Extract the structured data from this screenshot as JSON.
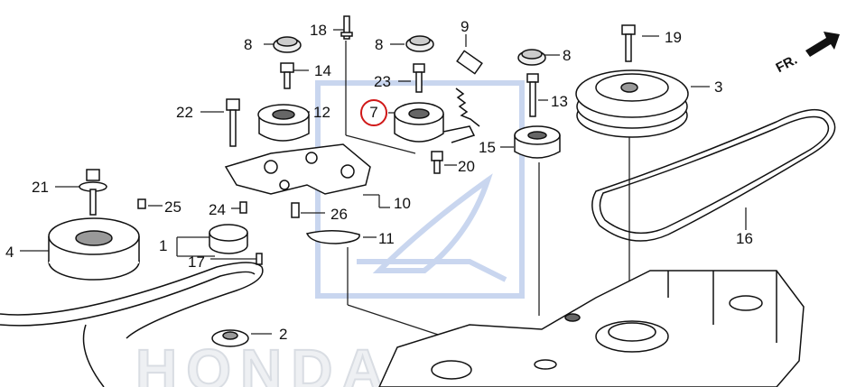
{
  "diagram": {
    "direction_label": "FR.",
    "watermark_text": "HONDA",
    "highlight_color": "#d01818",
    "watermark_color": "#c9d6ef",
    "callouts": [
      {
        "id": "c18",
        "label": "18"
      },
      {
        "id": "c9",
        "label": "9"
      },
      {
        "id": "c8a",
        "label": "8"
      },
      {
        "id": "c8b",
        "label": "8"
      },
      {
        "id": "c8c",
        "label": "8"
      },
      {
        "id": "c19",
        "label": "19"
      },
      {
        "id": "c14",
        "label": "14"
      },
      {
        "id": "c23",
        "label": "23"
      },
      {
        "id": "c3",
        "label": "3"
      },
      {
        "id": "c13",
        "label": "13"
      },
      {
        "id": "c22",
        "label": "22"
      },
      {
        "id": "c12",
        "label": "12"
      },
      {
        "id": "c7",
        "label": "7",
        "highlighted": true
      },
      {
        "id": "c15",
        "label": "15"
      },
      {
        "id": "c20",
        "label": "20"
      },
      {
        "id": "c21",
        "label": "21"
      },
      {
        "id": "c25",
        "label": "25"
      },
      {
        "id": "c24",
        "label": "24"
      },
      {
        "id": "c10",
        "label": "10"
      },
      {
        "id": "c26",
        "label": "26"
      },
      {
        "id": "c16",
        "label": "16"
      },
      {
        "id": "c11",
        "label": "11"
      },
      {
        "id": "c4",
        "label": "4"
      },
      {
        "id": "c1",
        "label": "1"
      },
      {
        "id": "c17",
        "label": "17"
      },
      {
        "id": "c2",
        "label": "2"
      }
    ]
  }
}
